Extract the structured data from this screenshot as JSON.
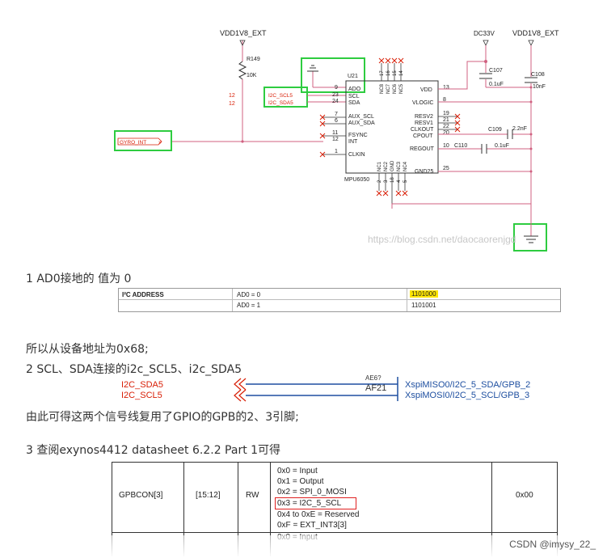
{
  "schematic": {
    "net_vdd_left": "VDD1V8_EXT",
    "net_dc33v": "DC33V",
    "net_vdd_right": "VDD1V8_EXT",
    "r149": "R149",
    "r149_value": "10K",
    "pin12a": "12",
    "pin12b": "12",
    "chip_ref": "U21",
    "chip_name": "MPU6050",
    "left_pins": [
      {
        "num": "9",
        "name": "ADO"
      },
      {
        "num": "23",
        "name": "SCL"
      },
      {
        "num": "24",
        "name": "SDA"
      },
      {
        "num": "7",
        "name": "AUX_SCL"
      },
      {
        "num": "6",
        "name": "AUX_SDA"
      },
      {
        "num": "11",
        "name": "FSYNC"
      },
      {
        "num": "12",
        "name": "INT"
      },
      {
        "num": "1",
        "name": "CLKIN"
      }
    ],
    "right_pins": [
      {
        "num": "13",
        "name": "VDD"
      },
      {
        "num": "8",
        "name": "VLOGIC"
      },
      {
        "num": "19",
        "name": "RESV2"
      },
      {
        "num": "21",
        "name": "RESV1"
      },
      {
        "num": "22",
        "name": "CLKOUT"
      },
      {
        "num": "20",
        "name": "CPOUT"
      },
      {
        "num": "10",
        "name": "REGOUT"
      },
      {
        "num": "25",
        "name": "GND25"
      }
    ],
    "top_pins": [
      {
        "num": "17",
        "name": "NC8"
      },
      {
        "num": "16",
        "name": "NC7"
      },
      {
        "num": "15",
        "name": "NC6"
      },
      {
        "num": "14",
        "name": "NC5"
      }
    ],
    "bottom_pins": [
      {
        "num": "2",
        "name": "NC1"
      },
      {
        "num": "3",
        "name": "NC2"
      },
      {
        "num": "18",
        "name": "GND"
      },
      {
        "num": "4",
        "name": "NC3"
      },
      {
        "num": "5",
        "name": "NC4"
      }
    ],
    "c107": "C107",
    "c107_value": "0.1uF",
    "c108": "C108",
    "c108_value": "10nF",
    "c109": "C109",
    "c109_value": "2.2nF",
    "c110": "C110",
    "c110_value": "0.1uF",
    "label_scl": "I2C_SCL5",
    "label_sda": "I2C_SDA5",
    "label_gyro": "GYRO_INT",
    "watermark": "https://blog.csdn.net/daocaorenjgd"
  },
  "para1": "1 AD0接地的 值为 0",
  "addr_table": {
    "header": "I²C ADDRESS",
    "rows": [
      {
        "cond": "AD0 = 0",
        "value": "1101000"
      },
      {
        "cond": "AD0 = 1",
        "value": "1101001"
      }
    ]
  },
  "para2": "所以从设备地址为0x68;",
  "para3": "2 SCL、SDA连接的i2c_SCL5、i2c_SDA5",
  "conn": {
    "left_sda": "I2C_SDA5",
    "left_scl": "I2C_SCL5",
    "ball": "AF21",
    "ball_top": "AE6?",
    "right_sda": "XspiMISO0/I2C_5_SDA/GPB_2",
    "right_scl": "XspiMOSI0/I2C_5_SCL/GPB_3"
  },
  "para4": "由此可得这两个信号线复用了GPIO的GPB的2、3引脚;",
  "para5": "3 查阅exynos4412 datasheet 6.2.2 Part 1可得",
  "reg_table": {
    "name": "GPBCON[3]",
    "bits": "[15:12]",
    "type": "RW",
    "options": [
      "0x0 = Input",
      "0x1 = Output",
      "0x2 = SPI_0_MOSI",
      "0x3 = I2C_5_SCL",
      "0x4 to 0xE = Reserved",
      "0xF = EXT_INT3[3]"
    ],
    "reset": "0x00",
    "next_row": "0x0 = Input"
  },
  "footer": "CSDN @imysy_22_"
}
